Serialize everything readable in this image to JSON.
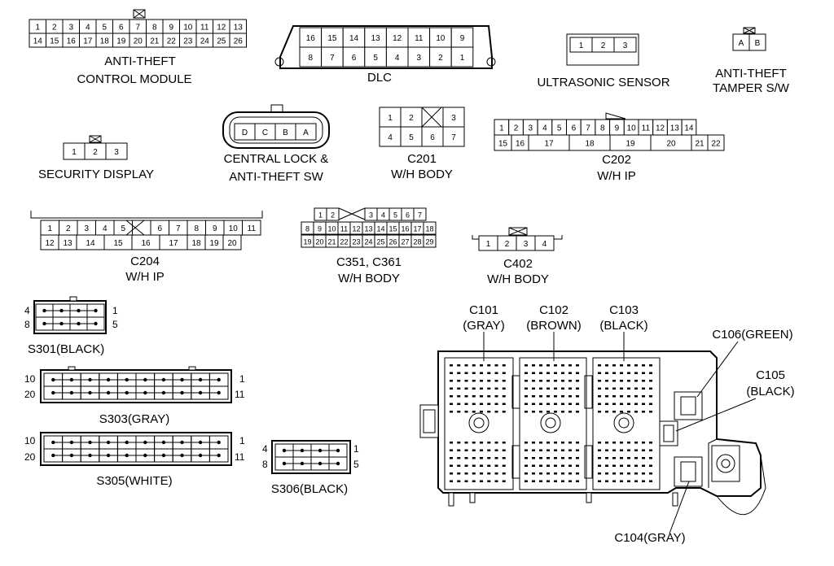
{
  "labels": {
    "atcm_line1": "ANTI-THEFT",
    "atcm_line2": "CONTROL MODULE",
    "dlc": "DLC",
    "ultrasonic": "ULTRASONIC SENSOR",
    "tamper_line1": "ANTI-THEFT",
    "tamper_line2": "TAMPER S/W",
    "security_display": "SECURITY DISPLAY",
    "central_line1": "CENTRAL LOCK &",
    "central_line2": "ANTI-THEFT SW",
    "c201_line1": "C201",
    "c201_line2": "W/H BODY",
    "c202_line1": "C202",
    "c202_line2": "W/H  IP",
    "c204_line1": "C204",
    "c204_line2": "W/H IP",
    "c351_line1": "C351, C361",
    "c351_line2": "W/H BODY",
    "c402_line1": "C402",
    "c402_line2": "W/H BODY",
    "s301": "S301(BLACK)",
    "s303": "S303(GRAY)",
    "s305": "S305(WHITE)",
    "s306": "S306(BLACK)",
    "c101_line1": "C101",
    "c101_line2": "(GRAY)",
    "c102_line1": "C102",
    "c102_line2": "(BROWN)",
    "c103_line1": "C103",
    "c103_line2": "(BLACK)",
    "c106": "C106(GREEN)",
    "c105_line1": "C105",
    "c105_line2": "(BLACK)",
    "c104": "C104(GRAY)",
    "s_pin_4": "4",
    "s_pin_1": "1",
    "s_pin_8": "8",
    "s_pin_5": "5",
    "s_pin_10": "10",
    "s_pin_20": "20",
    "s_pin_11": "11"
  },
  "pins": {
    "atcm_top": [
      "1",
      "2",
      "3",
      "4",
      "5",
      "6",
      "7",
      "8",
      "9",
      "10",
      "11",
      "12",
      "13"
    ],
    "atcm_bottom": [
      "14",
      "15",
      "16",
      "17",
      "18",
      "19",
      "20",
      "21",
      "22",
      "23",
      "24",
      "25",
      "26"
    ],
    "dlc_top": [
      "16",
      "15",
      "14",
      "13",
      "12",
      "11",
      "10",
      "9"
    ],
    "dlc_bottom": [
      "8",
      "7",
      "6",
      "5",
      "4",
      "3",
      "2",
      "1"
    ],
    "ultrasonic": [
      "1",
      "2",
      "3"
    ],
    "tamper": [
      "A",
      "B"
    ],
    "security": [
      "1",
      "2",
      "3"
    ],
    "central": [
      "D",
      "C",
      "B",
      "A"
    ],
    "c201_top": [
      "1",
      "2",
      "",
      "3"
    ],
    "c201_bottom": [
      "4",
      "5",
      "6",
      "7"
    ],
    "c202_top": [
      "1",
      "2",
      "3",
      "4",
      "5",
      "6",
      "7",
      "8",
      "9",
      "10",
      "11",
      "12",
      "13",
      "14"
    ],
    "c202_bottom": [
      "15",
      "16",
      "17",
      "18",
      "19",
      "20",
      "21",
      "22"
    ],
    "c204_top": [
      "1",
      "2",
      "3",
      "4",
      "5",
      "",
      "6",
      "7",
      "8",
      "9",
      "10",
      "11"
    ],
    "c204_bottom": [
      "12",
      "13",
      "14",
      "15",
      "16",
      "17",
      "18",
      "19",
      "20"
    ],
    "c351_row1_left": [
      "1",
      "2"
    ],
    "c351_row1_right": [
      "3",
      "4",
      "5",
      "6",
      "7"
    ],
    "c351_row2": [
      "8",
      "9",
      "10",
      "11",
      "12",
      "13",
      "14",
      "15",
      "16",
      "17",
      "18"
    ],
    "c351_row3": [
      "19",
      "20",
      "21",
      "22",
      "23",
      "24",
      "25",
      "26",
      "27",
      "28",
      "29"
    ],
    "c402": [
      "1",
      "2",
      "3",
      "4"
    ]
  }
}
